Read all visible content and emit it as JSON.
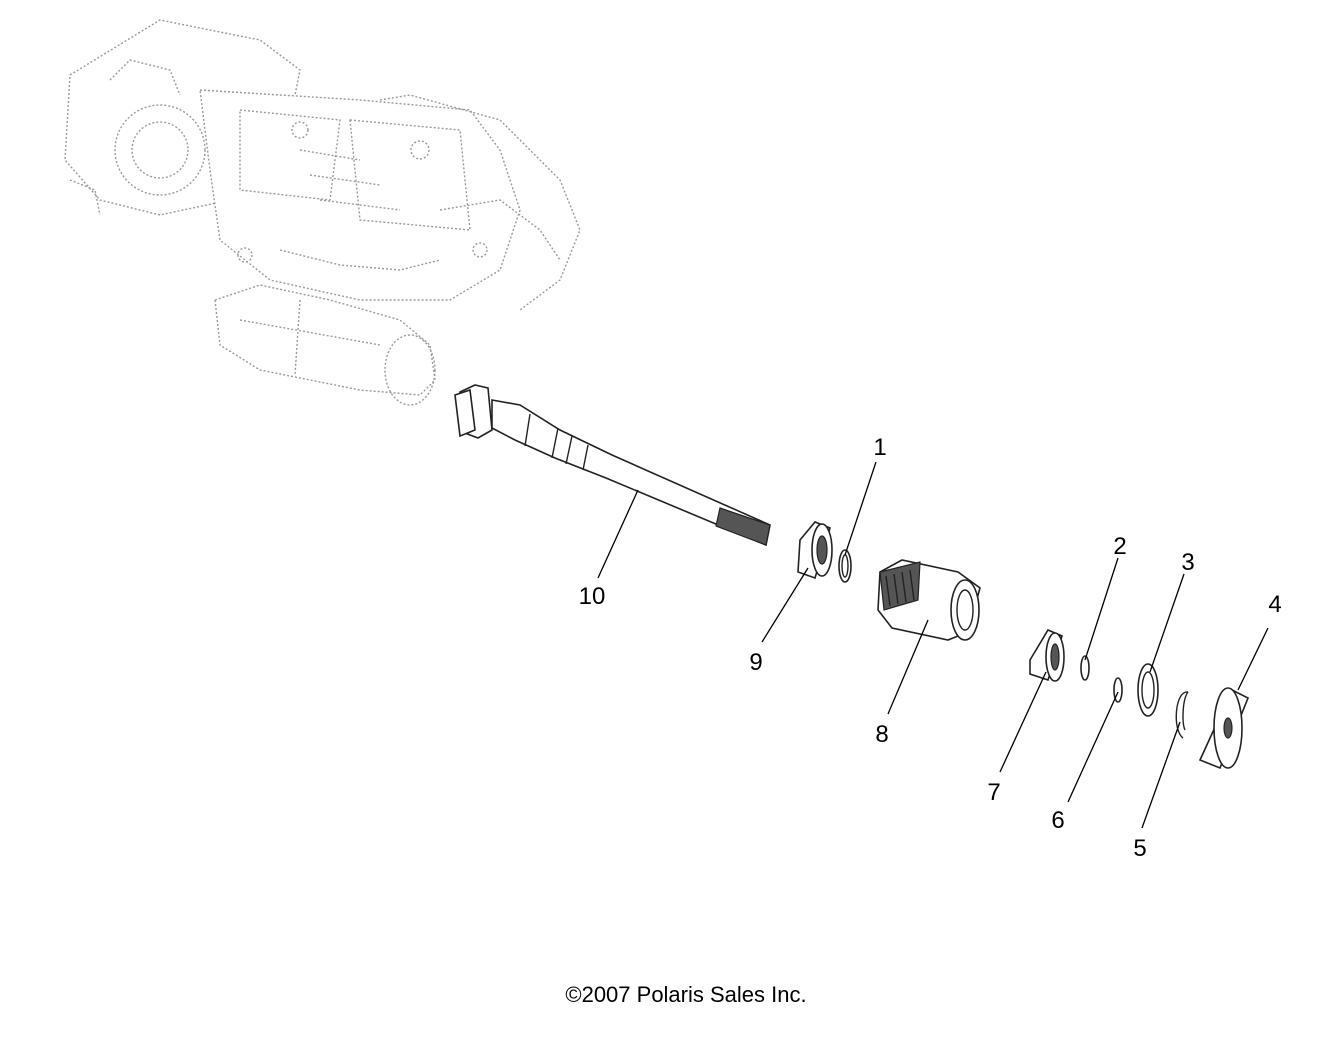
{
  "callouts": [
    {
      "id": "1",
      "label": "1"
    },
    {
      "id": "2",
      "label": "2"
    },
    {
      "id": "3",
      "label": "3"
    },
    {
      "id": "4",
      "label": "4"
    },
    {
      "id": "5",
      "label": "5"
    },
    {
      "id": "6",
      "label": "6"
    },
    {
      "id": "7",
      "label": "7"
    },
    {
      "id": "8",
      "label": "8"
    },
    {
      "id": "9",
      "label": "9"
    },
    {
      "id": "10",
      "label": "10"
    }
  ],
  "copyright": "©2007 Polaris Sales Inc.",
  "colors": {
    "line": "#222222",
    "ghost": "#9a9a9a",
    "background": "#ffffff"
  }
}
